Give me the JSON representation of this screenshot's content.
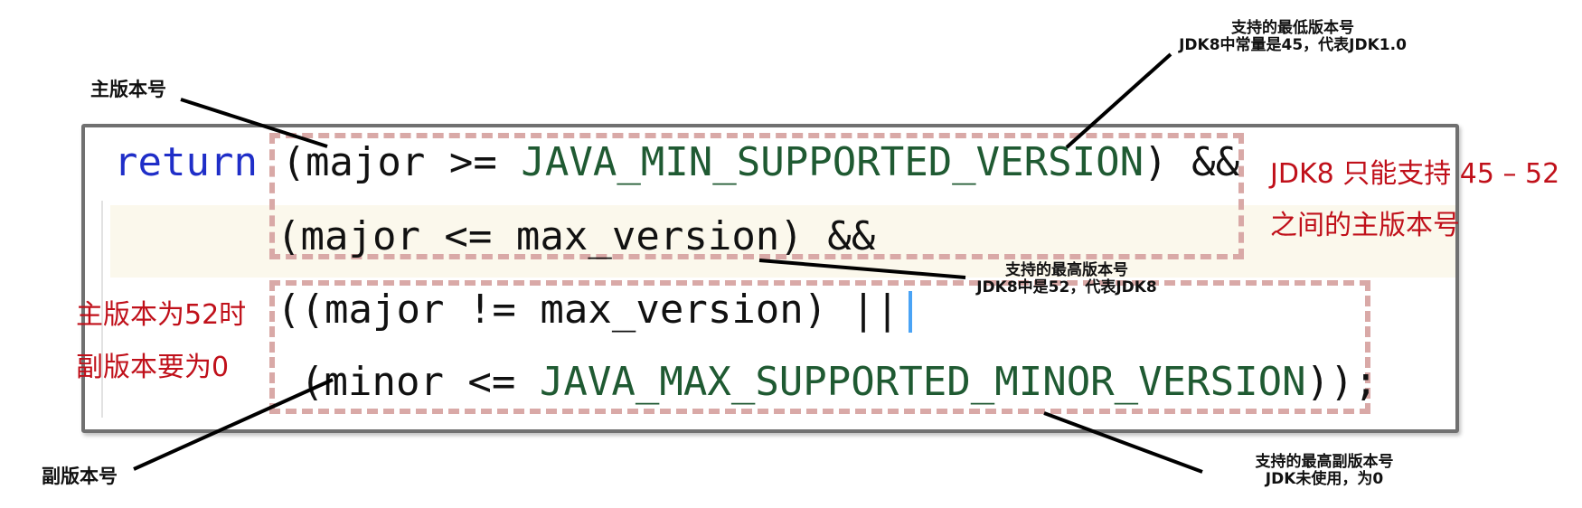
{
  "code": {
    "line1": {
      "keyword": "return",
      "open": "(major >= ",
      "const": "JAVA_MIN_SUPPORTED_VERSION",
      "close": ") &&"
    },
    "line2": {
      "text": "(major <= max_version) &&"
    },
    "line3": {
      "text": "((major != max_version) ||"
    },
    "line4": {
      "open": "(minor <= ",
      "const": "JAVA_MAX_SUPPORTED_MINOR_VERSION",
      "close": "));"
    }
  },
  "annotations": {
    "major_version": "主版本号",
    "minor_version": "副版本号",
    "min_supported": {
      "line1": "支持的最低版本号",
      "line2": "JDK8中常量是45，代表JDK1.0"
    },
    "max_supported": {
      "line1": "支持的最高版本号",
      "line2": "JDK8中是52，代表JDK8"
    },
    "max_minor_supported": {
      "line1": "支持的最高副版本号",
      "line2": "JDK未使用，为0"
    }
  },
  "notes": {
    "range_line1": "JDK8 只能支持 45 – 52",
    "range_line2": "之间的主版本号",
    "minor_line1": "主版本为52时",
    "minor_line2": "副版本要为0"
  },
  "colors": {
    "keyword": "#1f2ec8",
    "constant": "#1f5a32",
    "note_red": "#c0101a",
    "dashed_box": "#d9a9a7",
    "highlight_row": "#fbf8ec"
  }
}
